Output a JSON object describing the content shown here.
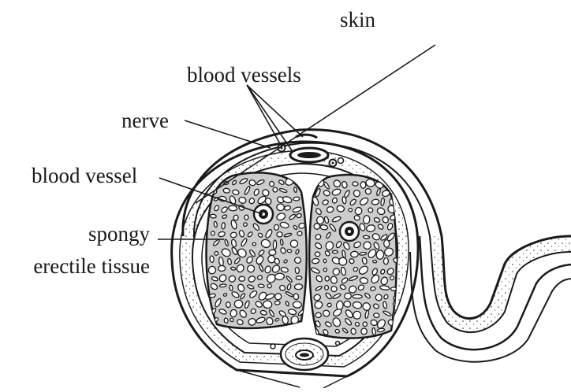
{
  "diagram": {
    "labels": {
      "skin": "skin",
      "blood_vessels": "blood vessels",
      "nerve": "nerve",
      "blood_vessel": "blood vessel",
      "spongy_line1": "spongy",
      "spongy_line2": "erectile tissue"
    },
    "colors": {
      "ink": "#1a1a1a",
      "tissue_fill": "#cdcdcd",
      "background": "#ffffff"
    }
  }
}
